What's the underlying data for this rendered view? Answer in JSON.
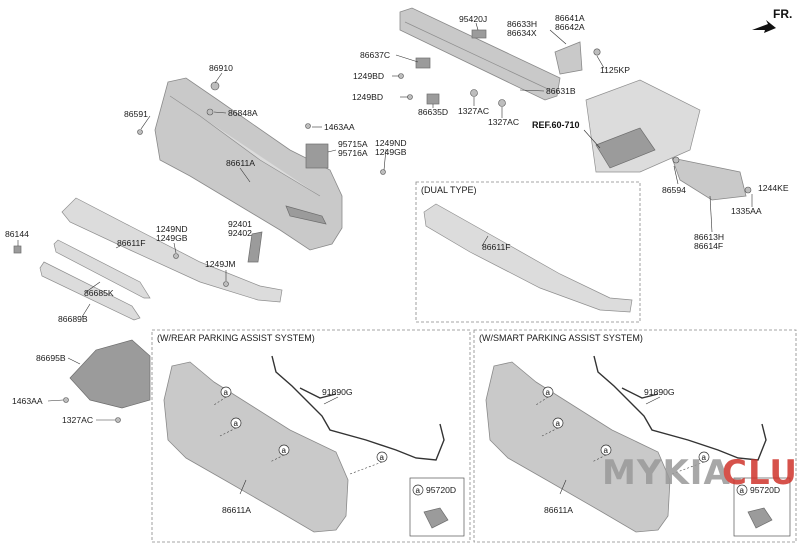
{
  "orientation": {
    "label": "FR."
  },
  "callouts": {
    "c86910": "86910",
    "c86848A": "86848A",
    "c86591": "86591",
    "c1463AA_top": "1463AA",
    "c95715A": "95715A",
    "c95716A": "95716A",
    "c1249ND_top": "1249ND",
    "c1249GB_top": "1249GB",
    "c86611A_main": "86611A",
    "c95420J": "95420J",
    "c86633H": "86633H",
    "c86634X": "86634X",
    "c86641A": "86641A",
    "c86642A": "86642A",
    "c86637C": "86637C",
    "c1249BD_a": "1249BD",
    "c1249BD_b": "1249BD",
    "c1125KP": "1125KP",
    "c86631B": "86631B",
    "c86635D": "86635D",
    "c1327AC_a": "1327AC",
    "c1327AC_b": "1327AC",
    "cREF": "REF.60-710",
    "c86594": "86594",
    "c1244KE": "1244KE",
    "c1335AA": "1335AA",
    "c86613H": "86613H",
    "c86614F": "86614F",
    "c86144": "86144",
    "c86611F_main": "86611F",
    "c1249ND_mid": "1249ND",
    "c1249GB_mid": "1249GB",
    "c92401": "92401",
    "c92402": "92402",
    "c1249JM": "1249JM",
    "c86685K": "86685K",
    "c86689B": "86689B",
    "c86611F_dual": "86611F",
    "c86695B": "86695B",
    "c1463AA_bot": "1463AA",
    "c1327AC_bot": "1327AC",
    "c91890G_a": "91890G",
    "c86611A_a": "86611A",
    "c95720D_a": "95720D",
    "c91890G_b": "91890G",
    "c86611A_b": "86611A",
    "c95720D_b": "95720D"
  },
  "boxes": {
    "dual": "(DUAL TYPE)",
    "rpa": "(W/REAR PARKING ASSIST SYSTEM)",
    "spa": "(W/SMART PARKING ASSIST SYSTEM)"
  },
  "markers": {
    "a": "a"
  },
  "watermark": {
    "part1": "MYKIA.",
    "part2": "CLUB",
    "color1": "#9a9a9a",
    "color2": "#d0342c"
  }
}
